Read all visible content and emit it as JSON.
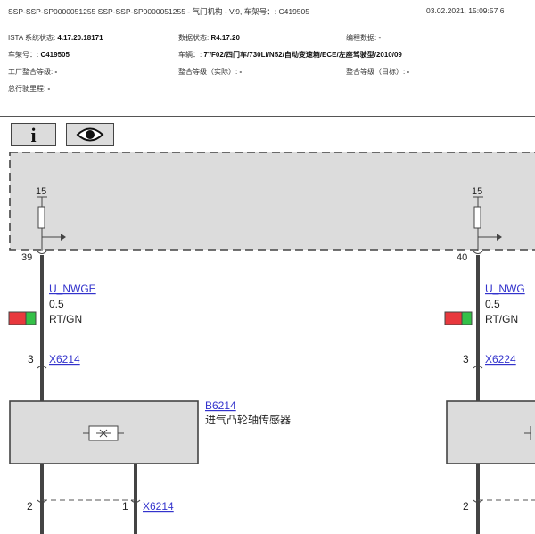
{
  "header": {
    "title": "SSP-SSP-SP0000051255 SSP-SSP-SP0000051255 - 气门机构 - V.9, 车架号：: C419505",
    "datetime": "03.02.2021, 15:09:57 6"
  },
  "meta": {
    "ista_label": "ISTA 系统状态: ",
    "ista_value": "4.17.20.18171",
    "data_label": "数据状态: ",
    "data_value": "R4.17.20",
    "prog_label": "编程数据: -",
    "vin_label": "车架号：: ",
    "vin_value": "C419505",
    "vehicle_label": "车辆：: ",
    "vehicle_value": "7'/F02/四门车/730Li/N52/自动变速箱/ECE/左座驾驶型/2010/09",
    "factory_label": "工厂整合等级: ",
    "factory_value": "-",
    "actual_label": "整合等级（实际）: ",
    "actual_value": "-",
    "target_label": "整合等级（目标）: ",
    "target_value": "-",
    "mileage_label": "总行驶里程: ",
    "mileage_value": "-"
  },
  "toolbar": {
    "info_glyph": "i"
  },
  "diagram": {
    "fuse_left": "15",
    "fuse_right": "15",
    "pin_39": "39",
    "pin_40": "40",
    "wire_left_name": "U_NWGE",
    "wire_left_size": "0.5",
    "wire_left_color": "RT/GN",
    "wire_right_name": "U_NWG",
    "wire_right_size": "0.5",
    "wire_right_color": "RT/GN",
    "pin_3_left": "3",
    "conn_left": "X6214",
    "pin_3_right": "3",
    "conn_right": "X6224",
    "component_id": "B6214",
    "component_name": "进气凸轮轴传感器",
    "pin_2_left": "2",
    "pin_1": "1",
    "conn_bottom": "X6214",
    "pin_2_right": "2",
    "colors": {
      "red": "#e8383d",
      "green": "#34c048",
      "box": "#dcdcdc",
      "wire": "#444444"
    }
  }
}
